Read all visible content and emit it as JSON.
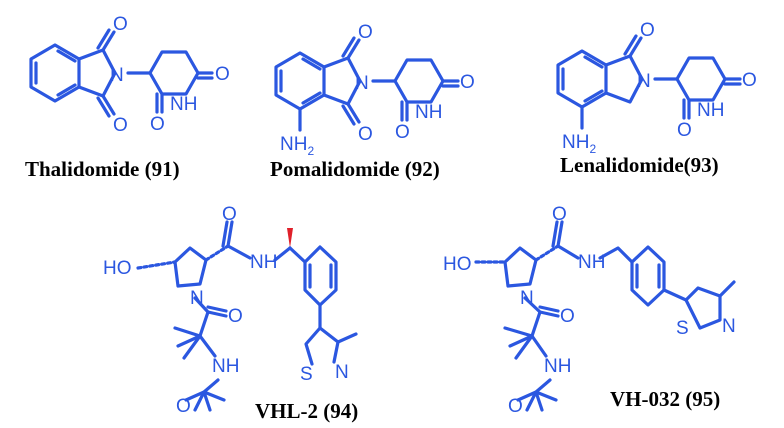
{
  "colors": {
    "bond": "#2b57e0",
    "stereo_wedge": "#e0202a",
    "caption": "#000000",
    "background": "#ffffff"
  },
  "atoms": {
    "O": "O",
    "N": "N",
    "NH": "NH",
    "NH2_base": "NH",
    "NH2_sub": "2",
    "HO": "HO",
    "S": "S"
  },
  "captions": {
    "thalidomide": "Thalidomide (91)",
    "pomalidomide": "Pomalidomide (92)",
    "lenalidomide": "Lenalidomide(93)",
    "vhl2": "VHL-2 (94)",
    "vh032": "VH-032 (95)"
  }
}
